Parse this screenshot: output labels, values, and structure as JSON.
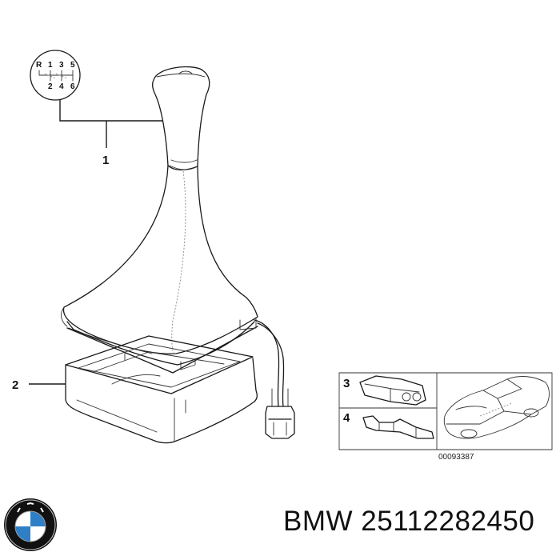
{
  "callouts": {
    "part_1": "1",
    "part_2": "2",
    "part_3": "3",
    "part_4": "4"
  },
  "shift_pattern": {
    "top_row": [
      "R",
      "1",
      "3",
      "5"
    ],
    "bottom_row": [
      "2",
      "4",
      "6"
    ]
  },
  "diagram_code": "00093387",
  "caption": {
    "brand": "BMW",
    "part_number": "25112282450"
  },
  "colors": {
    "line": "#1a1a1a",
    "logo_blue": "#2f7fc6",
    "logo_black": "#111111"
  }
}
